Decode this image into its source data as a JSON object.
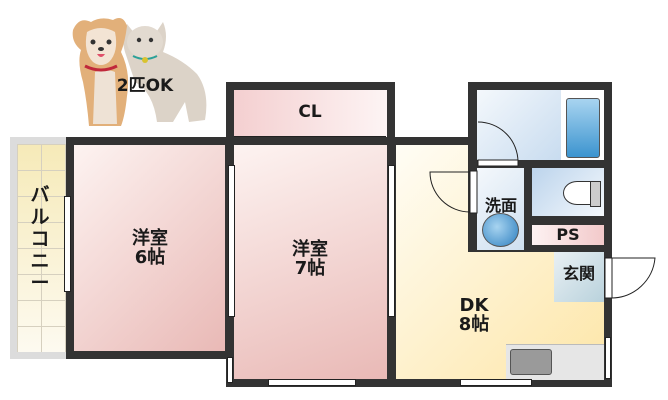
{
  "pet_badge": {
    "text": "2匹OK",
    "icon": "dog-and-cat-icon"
  },
  "rooms": {
    "closet": {
      "label": "CL",
      "color": "#f5d6d6"
    },
    "western_6": {
      "label": "洋室\n6帖",
      "color": "#f2cfcf"
    },
    "western_7": {
      "label": "洋室\n7帖",
      "color": "#f2cfcf"
    },
    "dk": {
      "label": "DK\n8帖",
      "color": "#fdeec4"
    },
    "balcony": {
      "label": "バ\nル\nコ\nニ\nー",
      "color": "#f8f0cf"
    },
    "washroom": {
      "label": "洗面",
      "color": "#dbe8f5"
    },
    "ps": {
      "label": "PS",
      "color": "#f5d3d3"
    },
    "entrance": {
      "label": "玄関",
      "color": "#cfe0e8"
    },
    "bath": {
      "label": "",
      "color": "#dbe8f5"
    },
    "toilet": {
      "label": "",
      "color": "#dbe8f5"
    }
  },
  "colors": {
    "wall": "#333333",
    "bathtub": "#5aa9dc",
    "sink": "#9a9a9a"
  }
}
